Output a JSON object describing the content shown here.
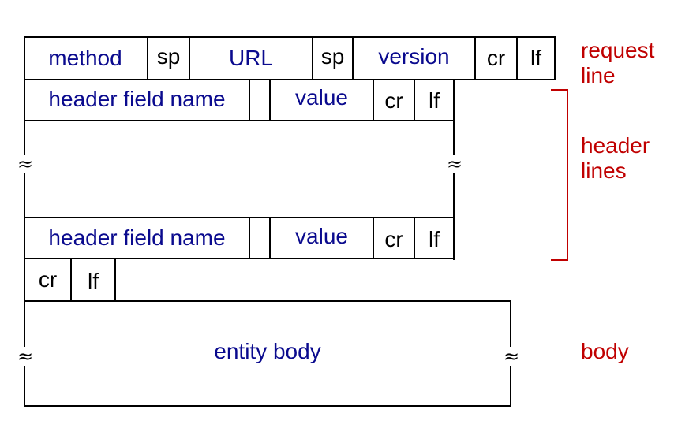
{
  "request_line": {
    "fields": [
      "method",
      "sp",
      "URL",
      "sp",
      "version",
      "cr",
      "lf"
    ]
  },
  "header_line_1": {
    "fields": [
      "header field name",
      "",
      "value",
      "cr",
      "lf"
    ]
  },
  "header_line_2": {
    "fields": [
      "header field name",
      "",
      "value",
      "cr",
      "lf"
    ]
  },
  "blank_line": {
    "fields": [
      "cr",
      "lf"
    ]
  },
  "entity_body": "entity body",
  "wave_symbol": "≈",
  "labels": {
    "request_line": [
      "request",
      "line"
    ],
    "header_lines": [
      "header",
      "lines"
    ],
    "body": "body"
  },
  "colors": {
    "field_text": "#0a0a8e",
    "control_text": "#000000",
    "label_text": "#c00000"
  }
}
